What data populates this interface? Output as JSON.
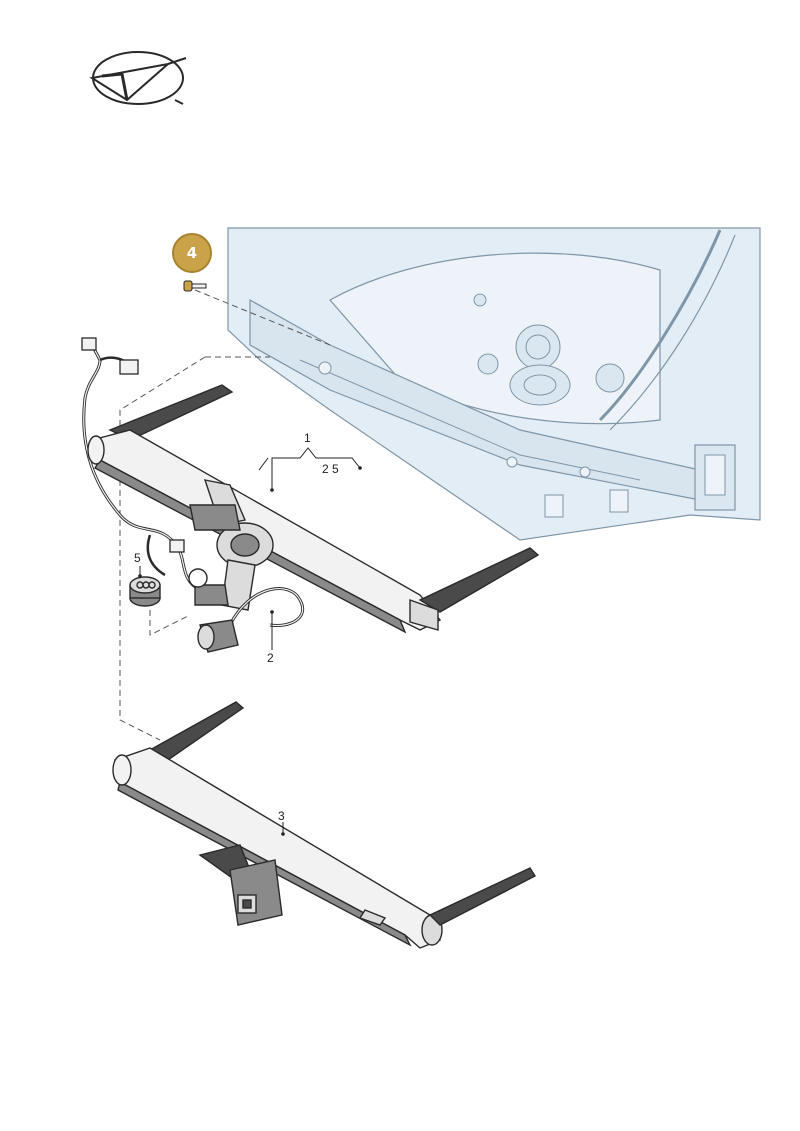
{
  "colors": {
    "line": "#2a2a2a",
    "body_fill": "#e3edf5",
    "body_stroke": "#7f96a8",
    "part_fill": "#f2f2f2",
    "part_shade": "#8a8a8a",
    "dark": "#4a4a4a",
    "badge": "#c9a24a",
    "badge_ring": "#a8842f"
  },
  "icons": {
    "logo": "paper-plane-check-emblem-icon"
  },
  "callouts": {
    "c1": "1",
    "c25": "2 5",
    "c2": "2",
    "c3": "3",
    "c4": "4",
    "c5": "5"
  }
}
